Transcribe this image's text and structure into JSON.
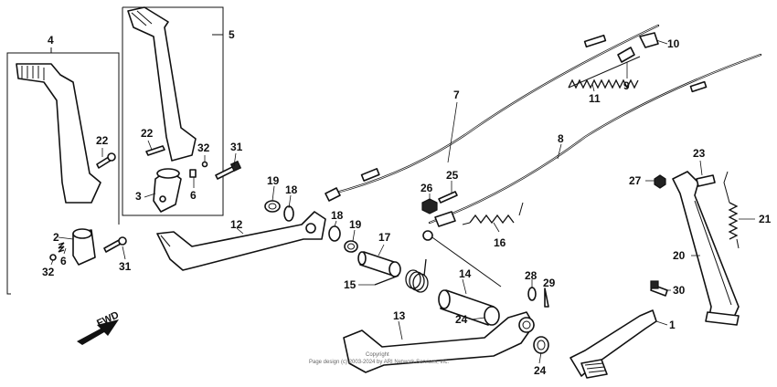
{
  "diagram": {
    "callouts": {
      "n1": "1",
      "n2": "2",
      "n3": "3",
      "n4": "4",
      "n5": "5",
      "n6a": "6",
      "n6b": "6",
      "n7": "7",
      "n8": "8",
      "n9": "9",
      "n10": "10",
      "n11": "11",
      "n12": "12",
      "n13": "13",
      "n14": "14",
      "n15": "15",
      "n16": "16",
      "n17": "17",
      "n18a": "18",
      "n18b": "18",
      "n19a": "19",
      "n19b": "19",
      "n20": "20",
      "n21": "21",
      "n22a": "22",
      "n22b": "22",
      "n23": "23",
      "n24a": "24",
      "n24b": "24",
      "n25": "25",
      "n26": "26",
      "n27": "27",
      "n28": "28",
      "n29": "29",
      "n30": "30",
      "n31a": "31",
      "n31b": "31",
      "n32a": "32",
      "n32b": "32"
    },
    "fwd_label": "FWD",
    "copyright_line1": "Copyright",
    "copyright_line2": "Page design (c) 2003-2024 by ARI Network Services, Inc."
  }
}
